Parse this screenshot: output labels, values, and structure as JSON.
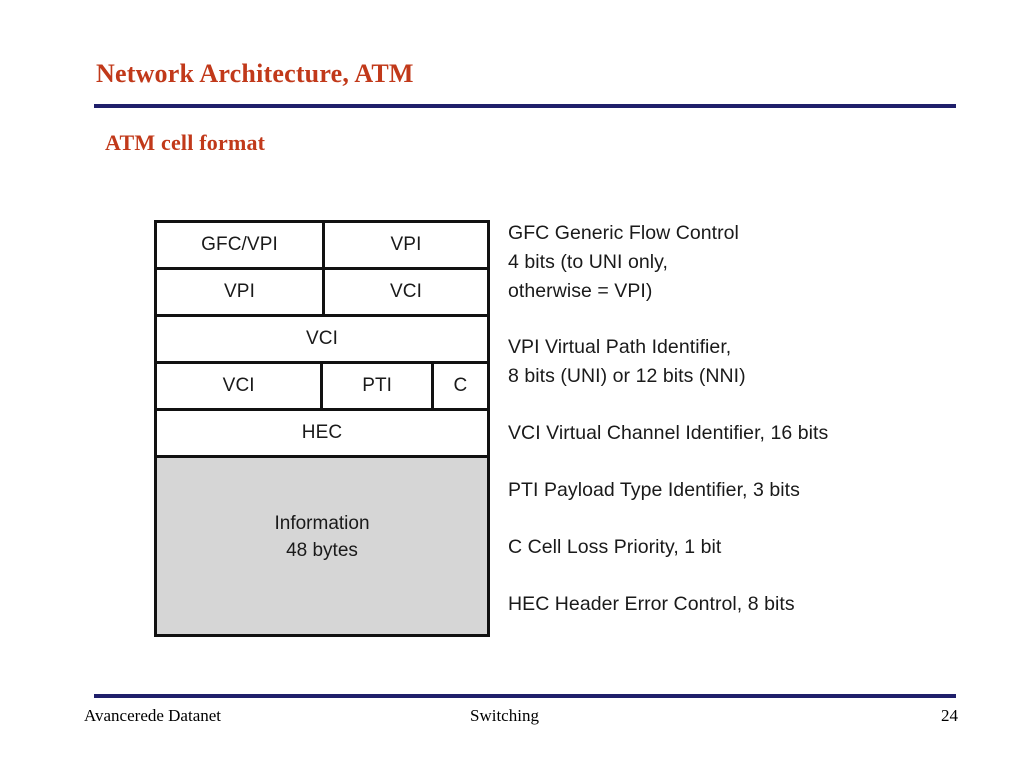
{
  "slide": {
    "title": "Network Architecture, ATM",
    "subtitle": "ATM cell format",
    "accent_color": "#c1391a",
    "rule_color": "#1f1f6b",
    "payload_fill": "#d6d6d6"
  },
  "diagram": {
    "name": "ATM cell format",
    "rows": [
      {
        "fields": [
          {
            "label": "GFC/VPI"
          },
          {
            "label": "VPI"
          }
        ]
      },
      {
        "fields": [
          {
            "label": "VPI"
          },
          {
            "label": "VCI"
          }
        ]
      },
      {
        "fields": [
          {
            "label": "VCI"
          }
        ]
      },
      {
        "fields": [
          {
            "label": "VCI"
          },
          {
            "label": "PTI"
          },
          {
            "label": "C"
          }
        ]
      },
      {
        "fields": [
          {
            "label": "HEC"
          }
        ]
      }
    ],
    "payload": {
      "label": "Information",
      "size": "48 bytes",
      "text": "Information\n48 bytes"
    }
  },
  "legend": {
    "entries": [
      {
        "text": "GFC Generic Flow Control\n4 bits (to UNI only,\notherwise = VPI)"
      },
      {
        "text": "VPI Virtual Path Identifier,\n8 bits (UNI) or 12 bits (NNI)"
      },
      {
        "text": "VCI Virtual Channel Identifier, 16 bits"
      },
      {
        "text": "PTI Payload Type Identifier, 3 bits"
      },
      {
        "text": "C Cell Loss Priority, 1 bit"
      },
      {
        "text": "HEC Header Error Control, 8 bits"
      }
    ]
  },
  "footer": {
    "left": "Avancerede Datanet",
    "center": "Switching",
    "page_number": "24"
  }
}
